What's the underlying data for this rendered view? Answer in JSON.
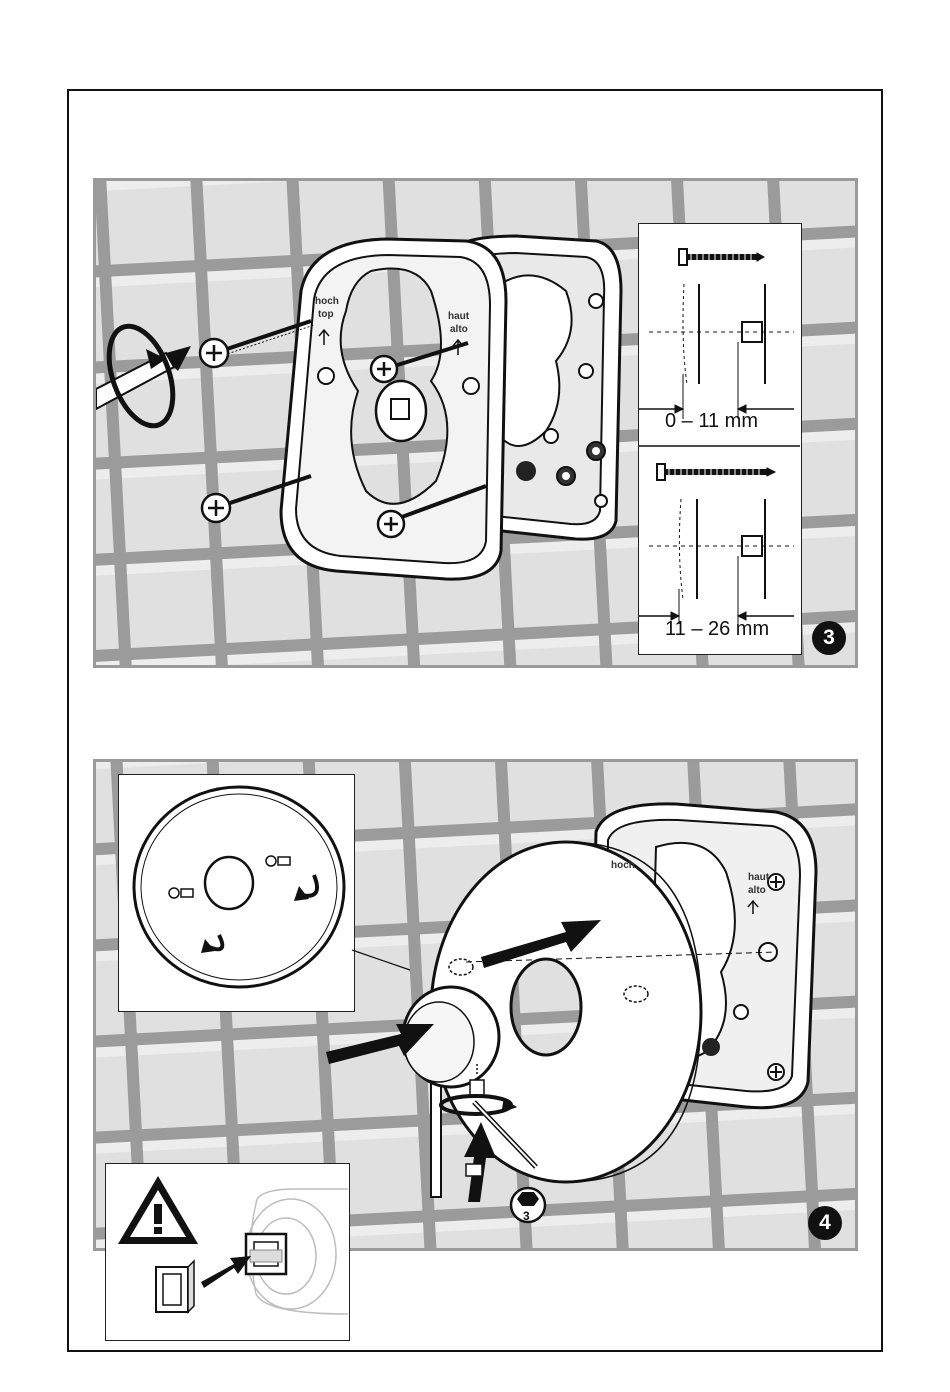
{
  "step3": {
    "badge": "3",
    "stamp_left_1": "hoch",
    "stamp_left_2": "top",
    "stamp_right_1": "haut",
    "stamp_right_2": "alto",
    "dim_short": "0 – 11 mm",
    "dim_long": "11 – 26 mm"
  },
  "step4": {
    "badge": "4",
    "stamp_left_1": "hoch",
    "stamp_right_1": "haut",
    "stamp_right_2": "alto",
    "hex_size": "3"
  },
  "colors": {
    "tile": "#dcdcdc",
    "grout": "#8f8f8f",
    "line": "#111111"
  }
}
